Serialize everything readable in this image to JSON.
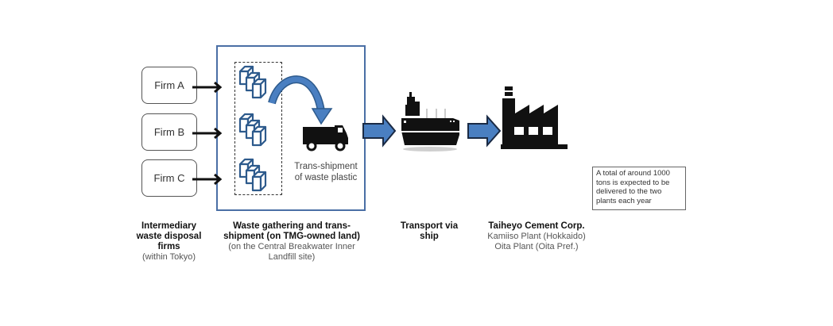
{
  "firms": [
    {
      "label": "Firm A"
    },
    {
      "label": "Firm B"
    },
    {
      "label": "Firm C"
    }
  ],
  "transshipment_label_line1": "Trans-shipment",
  "transshipment_label_line2": "of waste plastic",
  "note": {
    "line1": "A total of around 1000",
    "line2": "tons is expected to be",
    "line3": "delivered to the two",
    "line4": "plants each year"
  },
  "captions": {
    "firms": {
      "title_line1": "Intermediary",
      "title_line2": "waste disposal",
      "title_line3": "firms",
      "sub": "(within Tokyo)"
    },
    "gathering": {
      "title_line1": "Waste gathering and trans-",
      "title_line2": "shipment (on TMG-owned land)",
      "sub_line1": "(on the Central Breakwater Inner",
      "sub_line2": "Landfill site)"
    },
    "transport": {
      "title_line1": "Transport via",
      "title_line2": "ship"
    },
    "cement": {
      "title": "Taiheyo Cement Corp.",
      "sub_line1": "Kamiiso Plant (Hokkaido)",
      "sub_line2": "Oita Plant (Oita Pref.)"
    }
  },
  "colors": {
    "accent_blue": "#4a7fc1",
    "box_border": "#4a6fa5",
    "icon_black": "#111111"
  }
}
